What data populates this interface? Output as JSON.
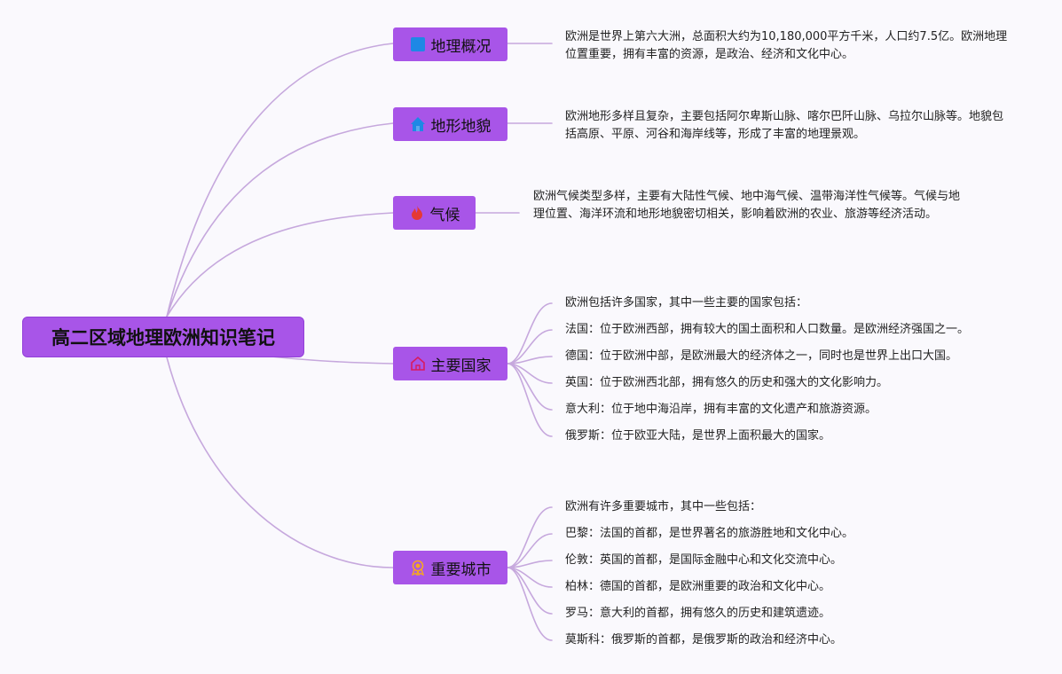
{
  "root": {
    "title": "高二区域地理欧洲知识笔记"
  },
  "branches": [
    {
      "label": "地理概况",
      "icon": "blue-square-icon",
      "note": "欧洲是世界上第六大洲，总面积大约为10,180,000平方千米，人口约7.5亿。欧洲地理位置重要，拥有丰富的资源，是政治、经济和文化中心。"
    },
    {
      "label": "地形地貌",
      "icon": "blue-house-icon",
      "note": "欧洲地形多样且复杂，主要包括阿尔卑斯山脉、喀尔巴阡山脉、乌拉尔山脉等。地貌包括高原、平原、河谷和海岸线等，形成了丰富的地理景观。"
    },
    {
      "label": "气候",
      "icon": "fire-icon",
      "note": "欧洲气候类型多样，主要有大陆性气候、地中海气候、温带海洋性气候等。气候与地理位置、海洋环流和地形地貌密切相关，影响着欧洲的农业、旅游等经济活动。"
    },
    {
      "label": "主要国家",
      "icon": "home-outline-icon",
      "items": [
        "欧洲包括许多国家，其中一些主要的国家包括：",
        "法国：位于欧洲西部，拥有较大的国土面积和人口数量。是欧洲经济强国之一。",
        "德国：位于欧洲中部，是欧洲最大的经济体之一，同时也是世界上出口大国。",
        "英国：位于欧洲西北部，拥有悠久的历史和强大的文化影响力。",
        "意大利：位于地中海沿岸，拥有丰富的文化遗产和旅游资源。",
        "俄罗斯：位于欧亚大陆，是世界上面积最大的国家。"
      ]
    },
    {
      "label": "重要城市",
      "icon": "award-medal-icon",
      "items": [
        "欧洲有许多重要城市，其中一些包括：",
        "巴黎：法国的首都，是世界著名的旅游胜地和文化中心。",
        "伦敦：英国的首都，是国际金融中心和文化交流中心。",
        "柏林：德国的首都，是欧洲重要的政治和文化中心。",
        "罗马：意大利的首都，拥有悠久的历史和建筑遗迹。",
        "莫斯科：俄罗斯的首都，是俄罗斯的政治和经济中心。"
      ]
    }
  ],
  "colors": {
    "node": "#a855e8",
    "edge": "#c6a8dd",
    "background": "#faf9fd"
  }
}
